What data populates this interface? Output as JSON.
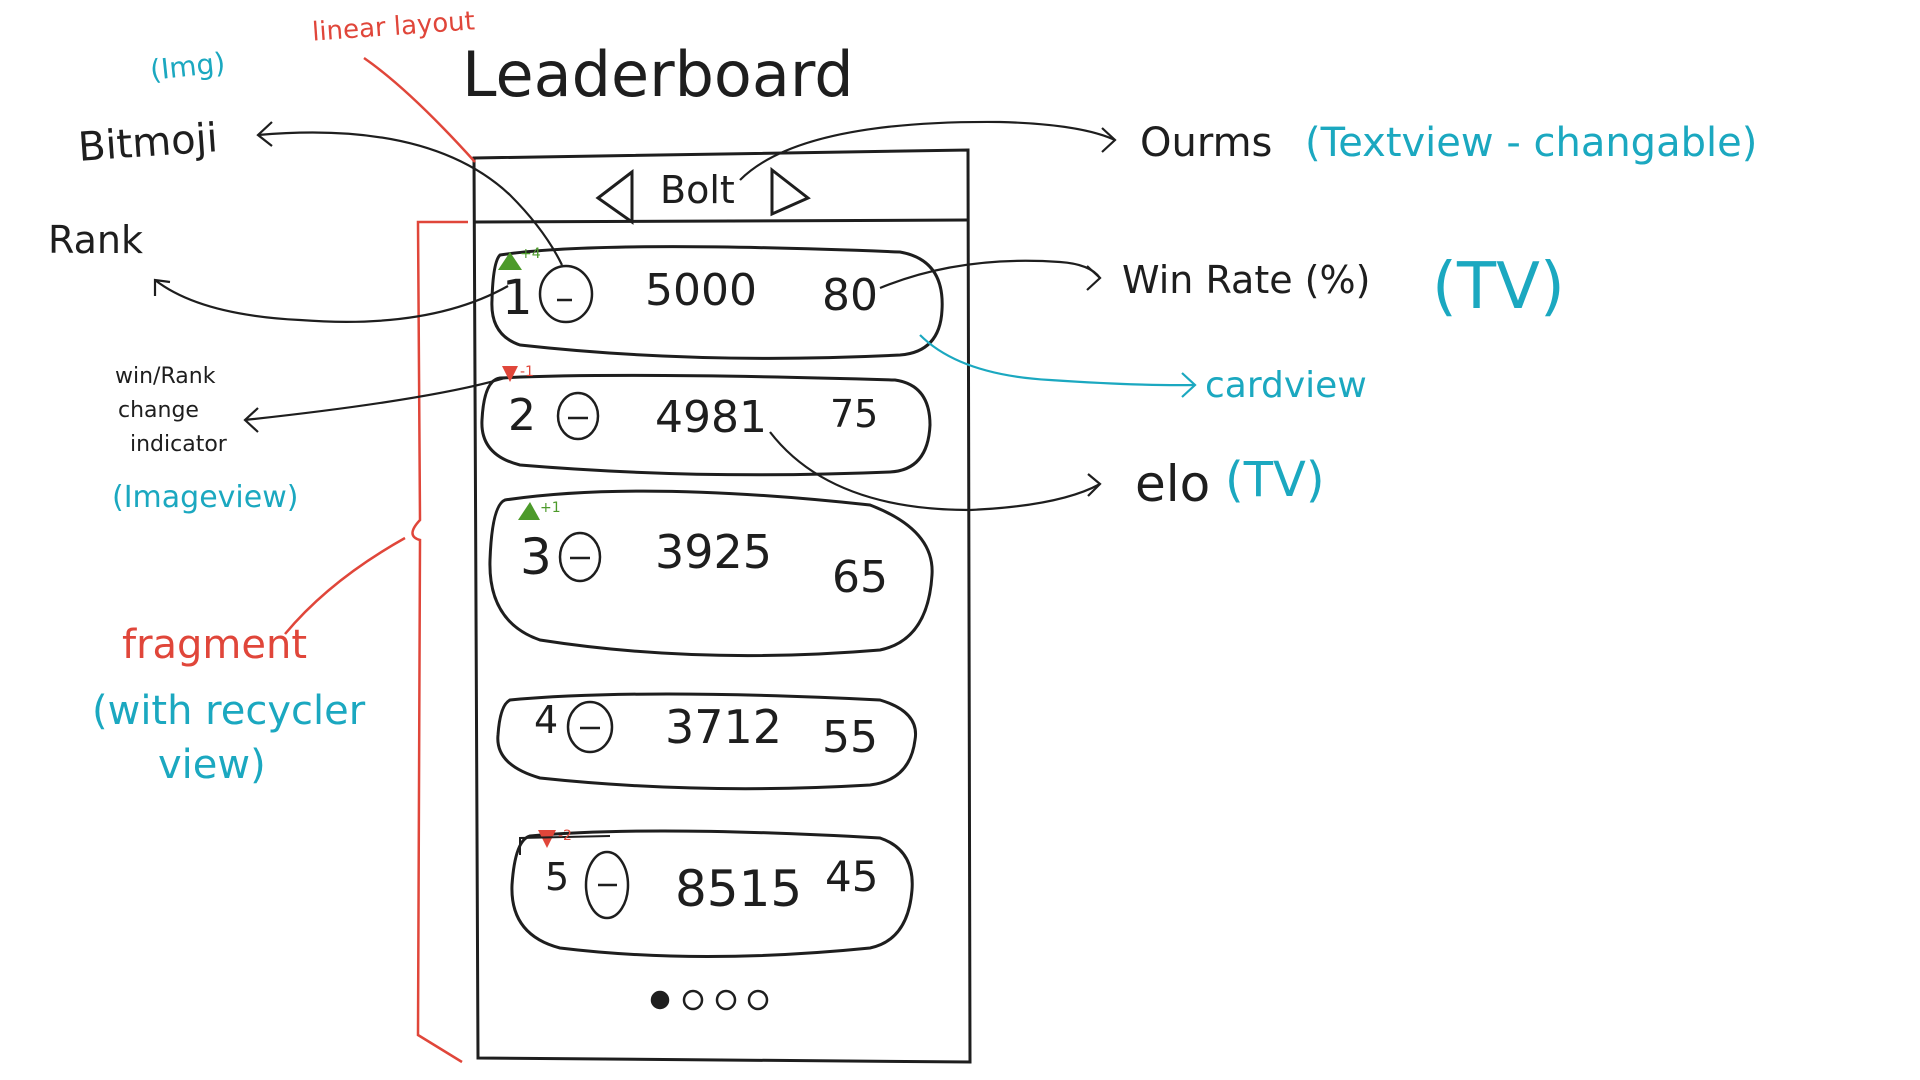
{
  "title": "Leaderboard",
  "layout_note": "linear layout",
  "phone": {
    "header_label": "Bolt",
    "rows": [
      {
        "rank": "1",
        "elo": "5000",
        "win_rate": "80",
        "change": "+4",
        "change_dir": "up"
      },
      {
        "rank": "2",
        "elo": "4981",
        "win_rate": "75",
        "change": "-1",
        "change_dir": "down"
      },
      {
        "rank": "3",
        "elo": "3925",
        "win_rate": "65",
        "change": "+1",
        "change_dir": "up"
      },
      {
        "rank": "4",
        "elo": "3712",
        "win_rate": "55",
        "change": "",
        "change_dir": "none"
      },
      {
        "rank": "5",
        "elo": "8515",
        "win_rate": "45",
        "change": "-2",
        "change_dir": "down"
      }
    ],
    "page_dots": 4,
    "active_dot": 0
  },
  "annotations": {
    "bitmoji": "Bitmoji",
    "bitmoji_type": "(Img)",
    "rank": "Rank",
    "indicator_line1": "win/Rank",
    "indicator_line2": "change",
    "indicator_line3": "indicator",
    "indicator_type": "(Imageview)",
    "fragment": "fragment",
    "fragment_type_line1": "(with recycler",
    "fragment_type_line2": "view)",
    "gamemode": "Ourms",
    "gamemode_type": "(Textview - changable)",
    "win_rate": "Win Rate (%)",
    "win_rate_type": "(TV)",
    "cardview": "cardview",
    "elo": "elo",
    "elo_type": "(TV)"
  },
  "colors": {
    "ink": "#1e1e1e",
    "annotation_cyan": "#1ba8c0",
    "annotation_red": "#e0463a",
    "rank_up_green": "#4c9a2a",
    "rank_down_red": "#e0463a"
  }
}
